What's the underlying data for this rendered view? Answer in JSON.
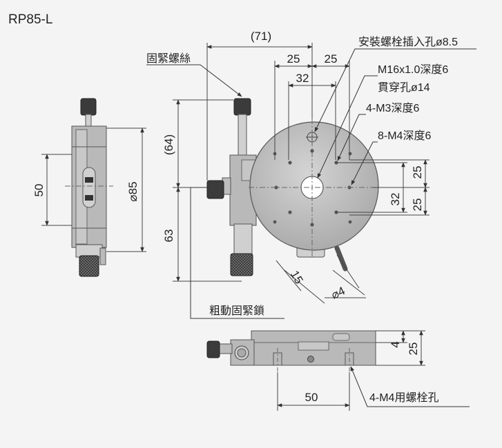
{
  "model": "RP85-L",
  "labels": {
    "lock_screw": "固緊螺絲",
    "coarse_lock": "粗動固緊鎖",
    "mount_hole": "安裝螺栓插入孔ø8.5",
    "m16_hole": "M16x1.0深度6",
    "through_hole": "貫穿孔ø14",
    "m3_holes": "4-M3深度6",
    "m4_holes": "8-M4深度6",
    "bolt_holes": "4-M4用螺栓孔"
  },
  "dims": {
    "d71": "(71)",
    "d25_left": "25",
    "d25_right": "25",
    "d32_top": "32",
    "d64": "(64)",
    "d63": "63",
    "d50_side": "50",
    "d85": "⌀85",
    "d25_r_top": "25",
    "d25_r_bot": "25",
    "d32_right": "32",
    "d15": "15",
    "d4_phi": "⌀4",
    "d4_side": "4",
    "d25_side": "25",
    "d50_bottom": "50"
  },
  "colors": {
    "body": "#b9b9b9",
    "dark": "#3b3b3b",
    "background": "#f4f4f4"
  }
}
